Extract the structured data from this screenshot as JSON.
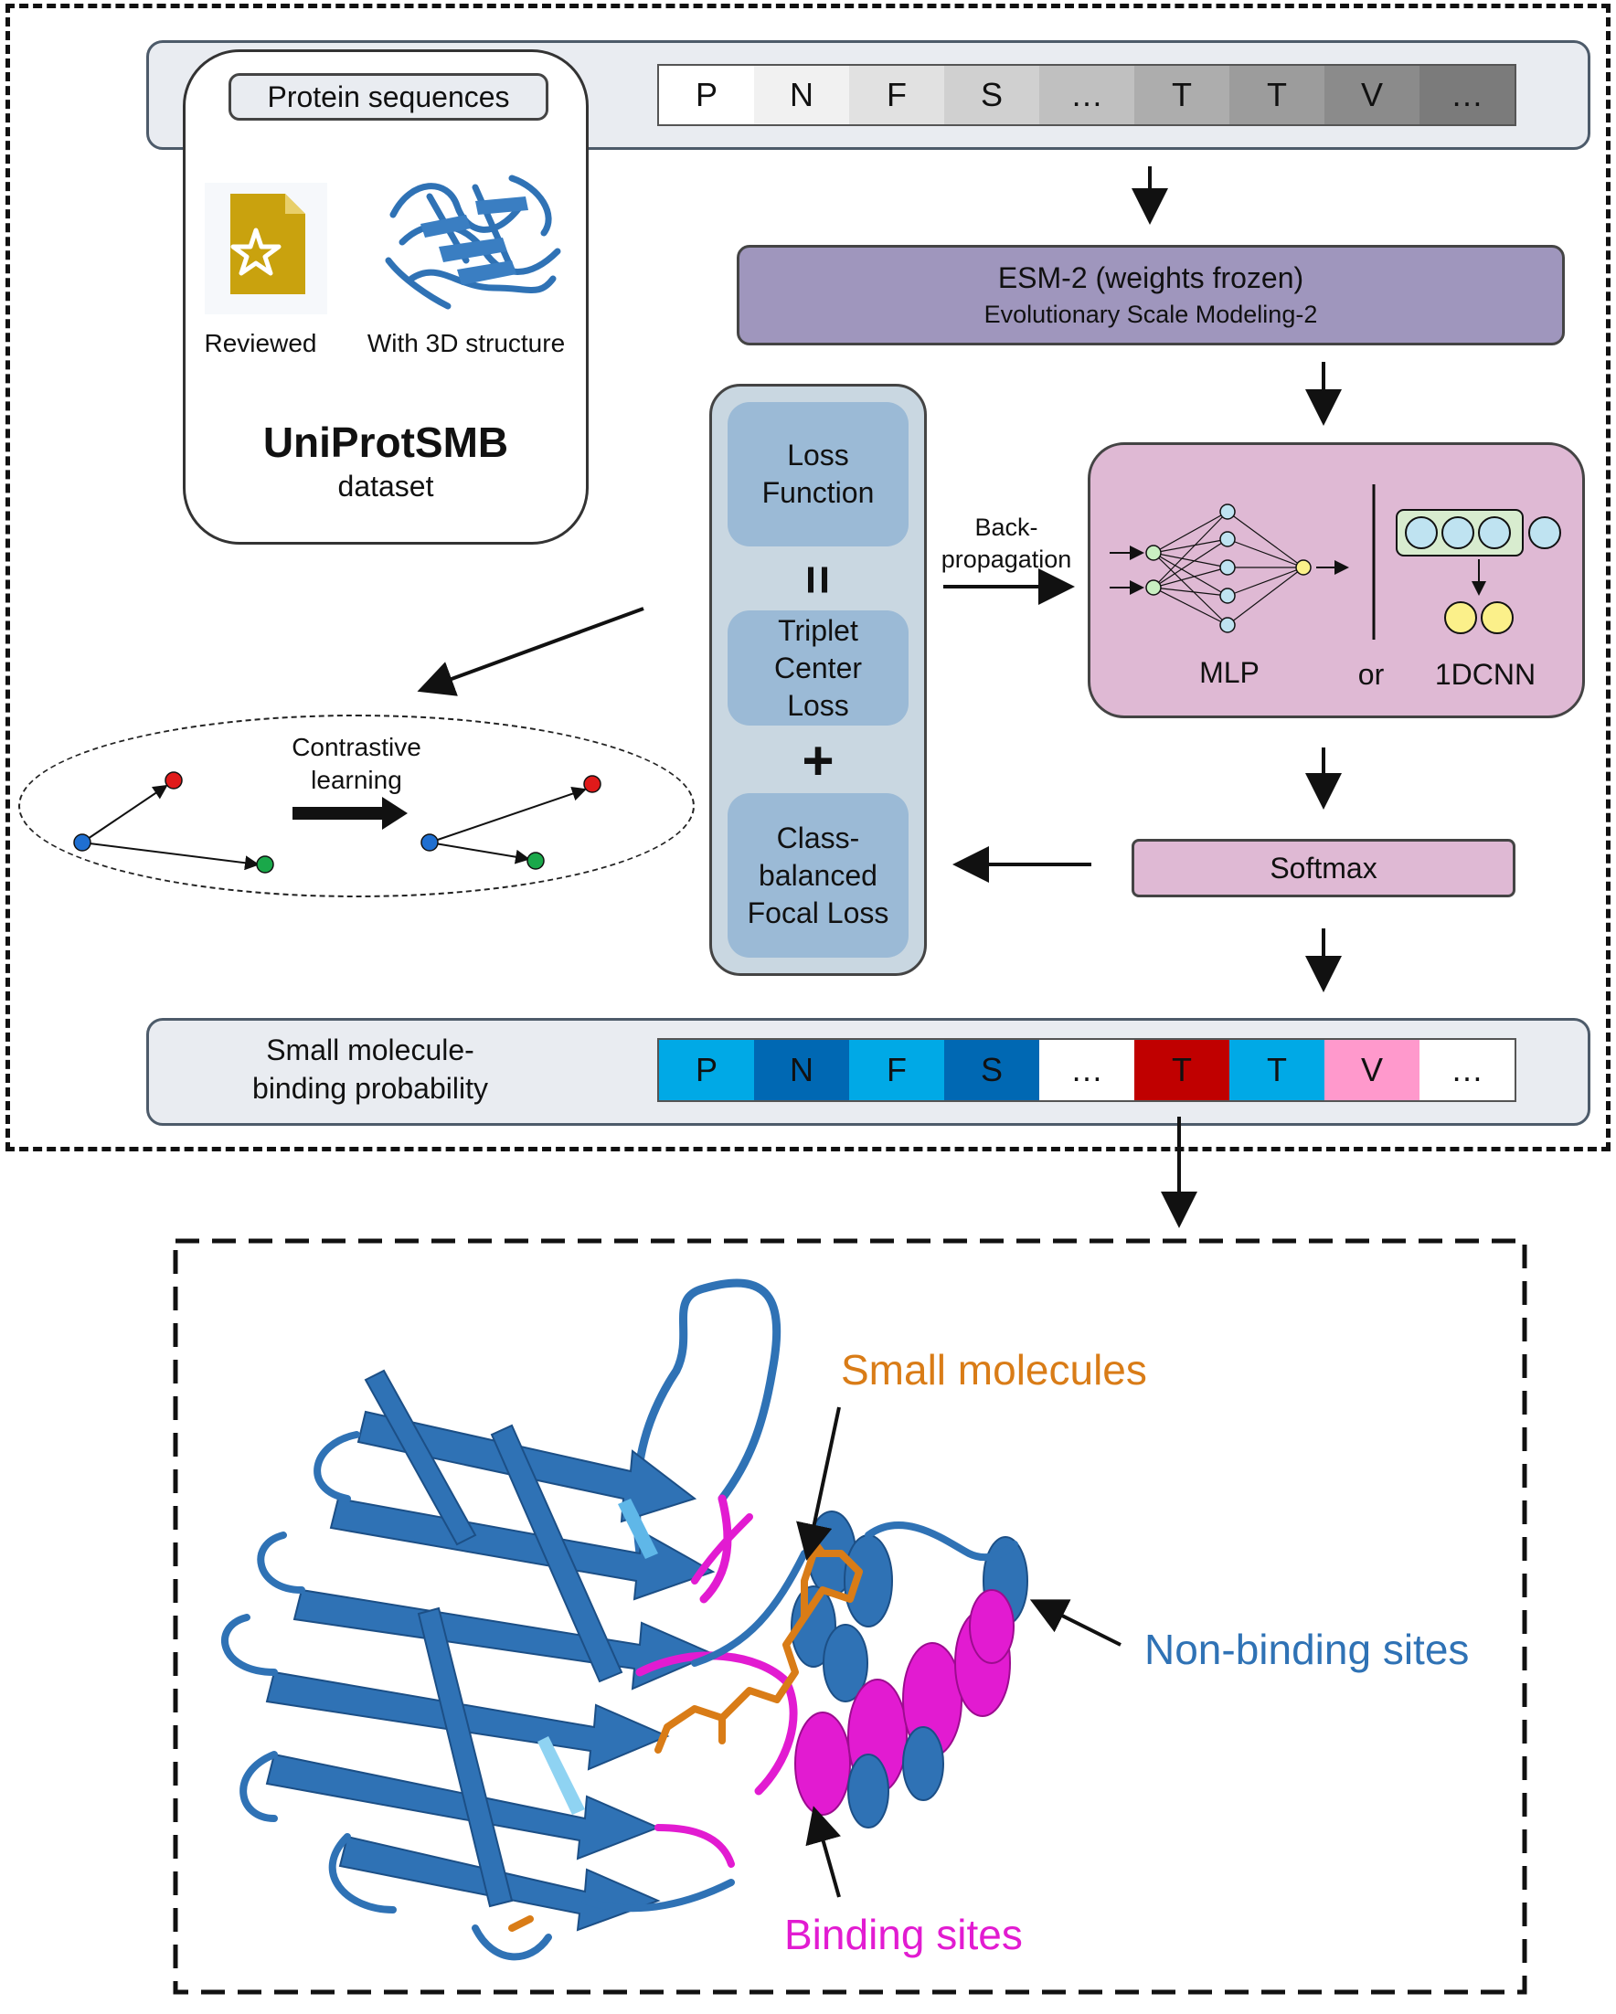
{
  "dataset": {
    "source_label": "Protein sequences",
    "icon_reviewed_label": "Reviewed",
    "icon_structure_label": "With 3D structure",
    "name": "UniProtSMB",
    "subtitle": "dataset"
  },
  "input_sequence": {
    "cells": [
      {
        "label": "P",
        "color": "#ffffff"
      },
      {
        "label": "N",
        "color": "#f1f1f1"
      },
      {
        "label": "F",
        "color": "#e1e1e1"
      },
      {
        "label": "S",
        "color": "#d0d0d0"
      },
      {
        "label": "…",
        "color": "#c0c0c0"
      },
      {
        "label": "T",
        "color": "#adadad"
      },
      {
        "label": "T",
        "color": "#9c9c9c"
      },
      {
        "label": "V",
        "color": "#8b8b8b"
      },
      {
        "label": "…",
        "color": "#7b7b7b"
      }
    ]
  },
  "esm": {
    "title": "ESM-2 (weights frozen)",
    "subtitle": "Evolutionary Scale Modeling-2",
    "color": "#9f96bd"
  },
  "loss": {
    "box1": "Loss Function",
    "op1": "=",
    "box2": "Triplet Center Loss",
    "op2": "+",
    "box3": "Class-balanced Focal Loss"
  },
  "backprop": {
    "label_line1": "Back-",
    "label_line2": "propagation"
  },
  "classifier": {
    "mlp_label": "MLP",
    "or_label": "or",
    "cnn_label": "1DCNN",
    "color": "#dfb9d4"
  },
  "softmax": {
    "label": "Softmax",
    "color": "#dfb9d4"
  },
  "contrastive": {
    "label_line1": "Contrastive",
    "label_line2": "learning"
  },
  "output": {
    "label_line1": "Small molecule-",
    "label_line2": "binding probability",
    "cells": [
      {
        "label": "P",
        "color": "#00a9e6"
      },
      {
        "label": "N",
        "color": "#0068b3"
      },
      {
        "label": "F",
        "color": "#00a9e6"
      },
      {
        "label": "S",
        "color": "#0068b3"
      },
      {
        "label": "…",
        "color": "#ffffff"
      },
      {
        "label": "T",
        "color": "#c00000"
      },
      {
        "label": "T",
        "color": "#00a9e6"
      },
      {
        "label": "V",
        "color": "#ff99cc"
      },
      {
        "label": "…",
        "color": "#ffffff"
      }
    ]
  },
  "structure": {
    "small_molecules_label": "Small molecules",
    "non_binding_label": "Non-binding sites",
    "binding_label": "Binding sites",
    "colors": {
      "protein": "#2f72b5",
      "binding": "#e21bd1",
      "ligand": "#d97c17"
    }
  }
}
